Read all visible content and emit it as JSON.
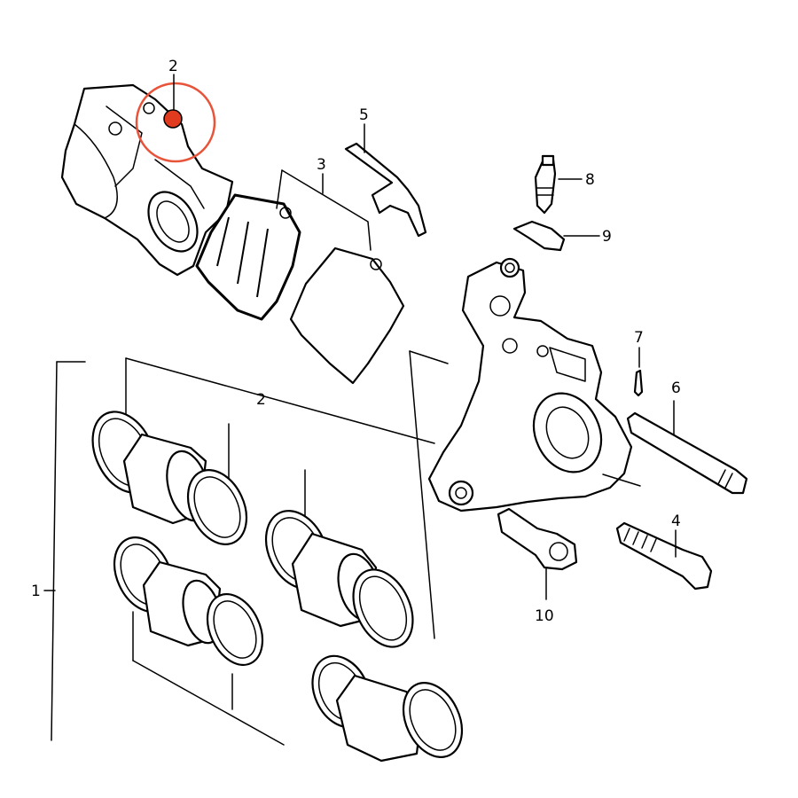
{
  "callouts": {
    "c1": "1",
    "c2_top": "2",
    "c2_mid": "2",
    "c3": "3",
    "c4": "4",
    "c5": "5",
    "c6": "6",
    "c7": "7",
    "c8": "8",
    "c9": "9",
    "c10": "10"
  },
  "highlight": {
    "part": "2",
    "marker_color": "#e03b1e",
    "circle_color": "#e8543a"
  }
}
